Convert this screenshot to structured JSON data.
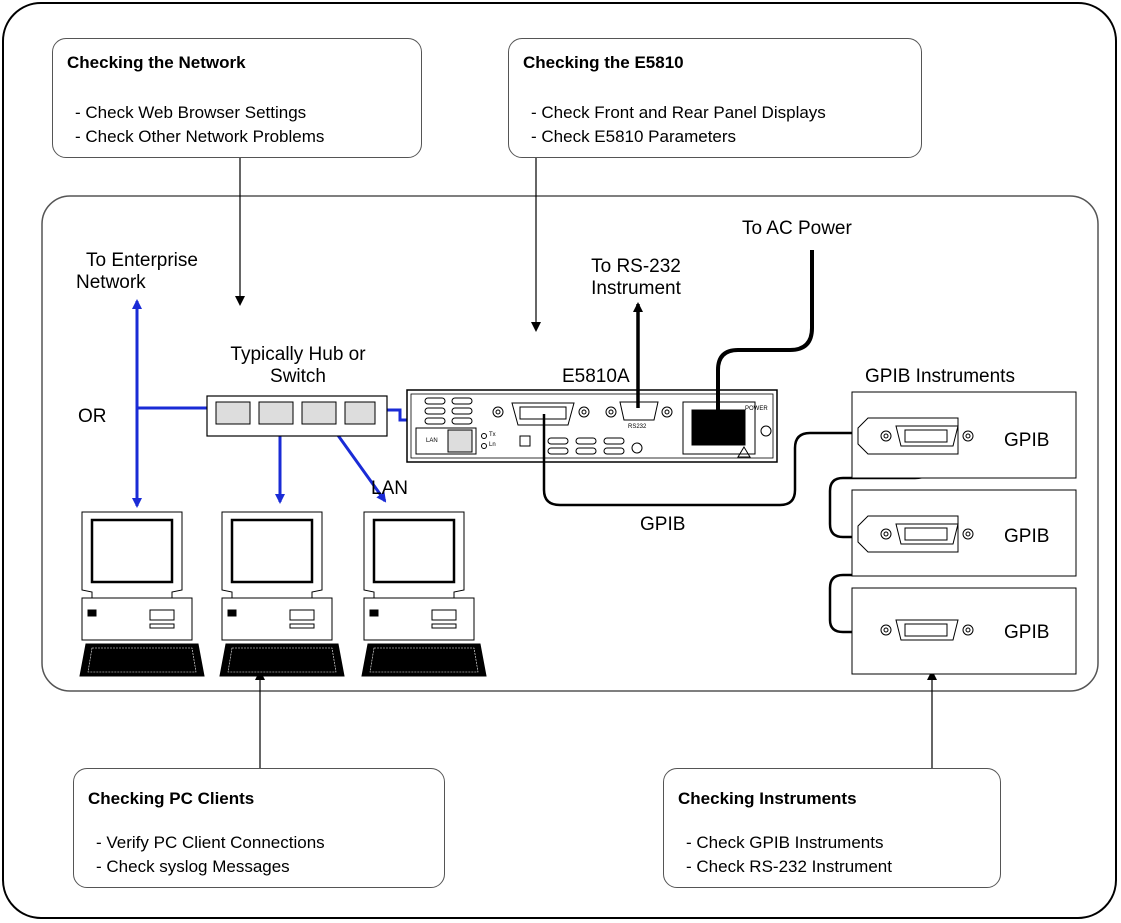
{
  "boxes": {
    "network": {
      "title": "Checking the  Network",
      "items": [
        "- Check Web Browser Settings",
        "- Check Other Network Problems"
      ]
    },
    "e5810": {
      "title": "Checking the E5810",
      "items": [
        "- Check Front and Rear Panel Displays",
        "- Check E5810 Parameters"
      ]
    },
    "pc": {
      "title": "Checking PC Clients",
      "items": [
        "- Verify PC Client Connections",
        "- Check syslog Messages"
      ]
    },
    "instruments": {
      "title": "Checking Instruments",
      "items": [
        "- Check GPIB Instruments",
        "- Check RS-232 Instrument"
      ]
    }
  },
  "labels": {
    "enterprise_line1": "To Enterprise",
    "enterprise_line2": "Network",
    "hub_line1": "Typically Hub or",
    "hub_line2": "Switch",
    "or": "OR",
    "lan": "LAN",
    "e5810a": "E5810A",
    "rs232_line1": "To RS-232",
    "rs232_line2": "Instrument",
    "ac_power": "To AC Power",
    "gpib_cable": "GPIB",
    "gpib_instruments": "GPIB Instruments",
    "gpib1": "GPIB",
    "gpib2": "GPIB",
    "gpib3": "GPIB",
    "panel_lan": "LAN",
    "panel_tx": "Tx",
    "panel_ln": "Ln",
    "panel_rs232": "RS232",
    "panel_power": "POWER"
  },
  "colors": {
    "network_cable": "#1a2bd6",
    "line": "#000000",
    "frame": "#555555"
  }
}
